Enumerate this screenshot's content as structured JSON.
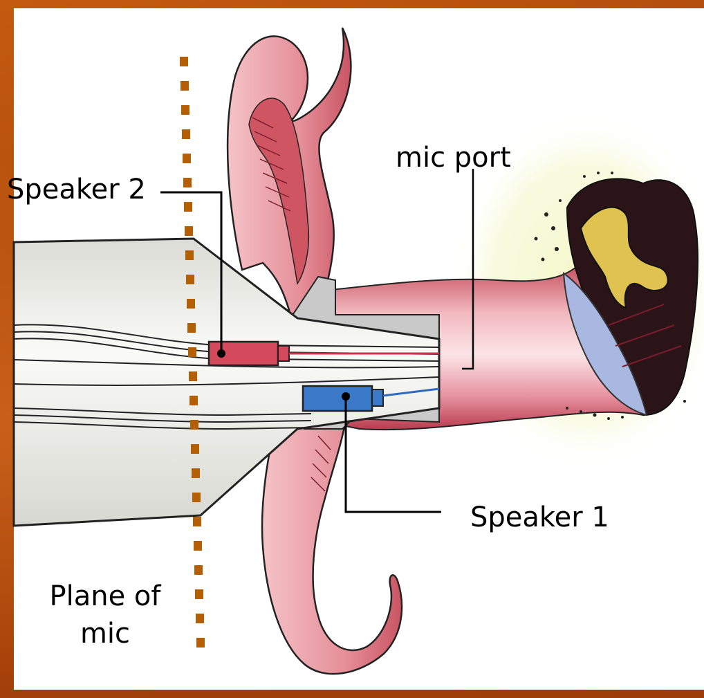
{
  "labels": {
    "speaker2": "Speaker 2",
    "mic_port": "mic port",
    "speaker1": "Speaker 1",
    "plane_of_mic_line1": "Plane of",
    "plane_of_mic_line2": "mic"
  },
  "colors": {
    "frame": "#b24a07",
    "plane_dots": "#b45f06",
    "speaker2_body": "#d24a5c",
    "speaker1_body": "#3a78c8",
    "canal": "#e9a0ab",
    "probe": "#eeeeea"
  }
}
